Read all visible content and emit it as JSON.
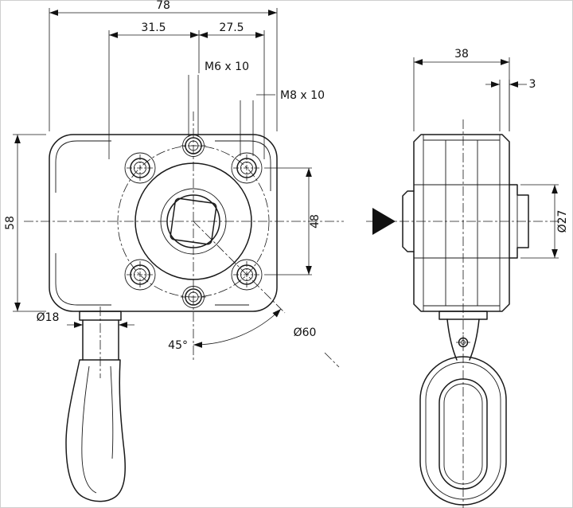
{
  "dims": {
    "overall_width": "78",
    "offset_left": "31.5",
    "offset_right": "27.5",
    "thread_m6": "M6 x 10",
    "thread_m8": "M8 x 10",
    "body_height": "58",
    "hole_spacing": "48",
    "shaft_dia": "Ø18",
    "angle": "45°",
    "bolt_circle_dia": "Ø60",
    "side_width": "38",
    "flange_thickness": "3",
    "hub_dia": "Ø27"
  }
}
